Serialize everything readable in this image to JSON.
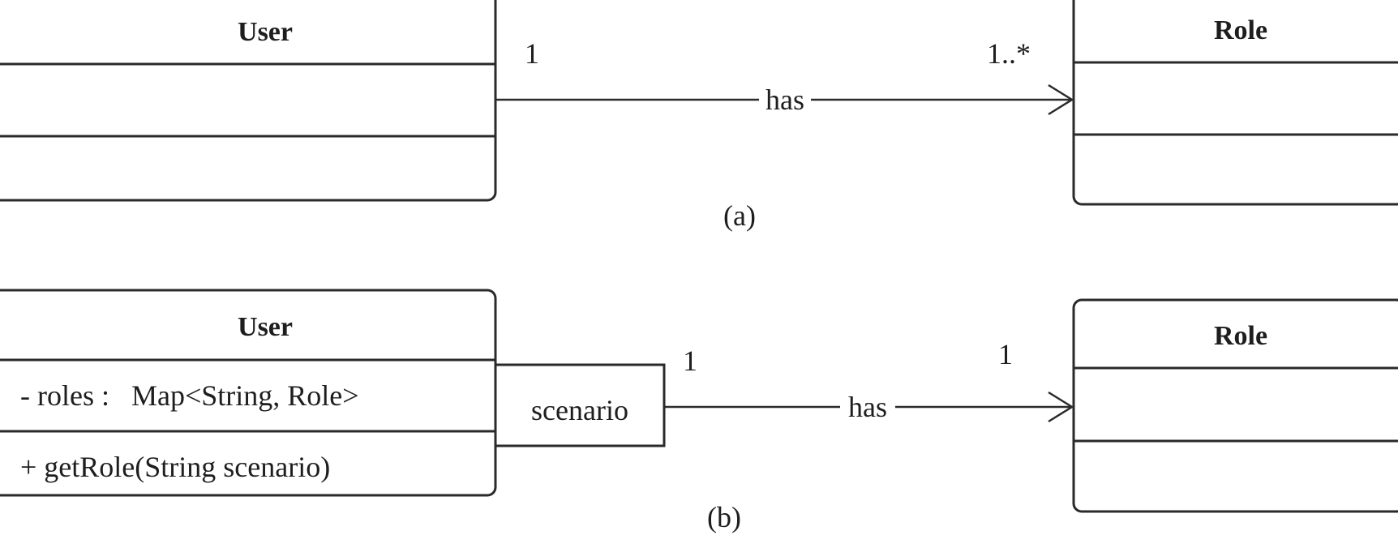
{
  "diagram_a": {
    "left_class": {
      "name": "User",
      "attributes": "",
      "operations": ""
    },
    "right_class": {
      "name": "Role",
      "attributes": "",
      "operations": ""
    },
    "association": {
      "label": "has",
      "source_multiplicity": "1",
      "target_multiplicity": "1..*"
    },
    "caption": "(a)"
  },
  "diagram_b": {
    "left_class": {
      "name": "User",
      "attributes": "- roles :   Map<String, Role>",
      "operations": "+ getRole(String scenario)"
    },
    "qualifier": "scenario",
    "right_class": {
      "name": "Role",
      "attributes": "",
      "operations": ""
    },
    "association": {
      "label": "has",
      "source_multiplicity": "1",
      "target_multiplicity": "1"
    },
    "caption": "(b)"
  }
}
